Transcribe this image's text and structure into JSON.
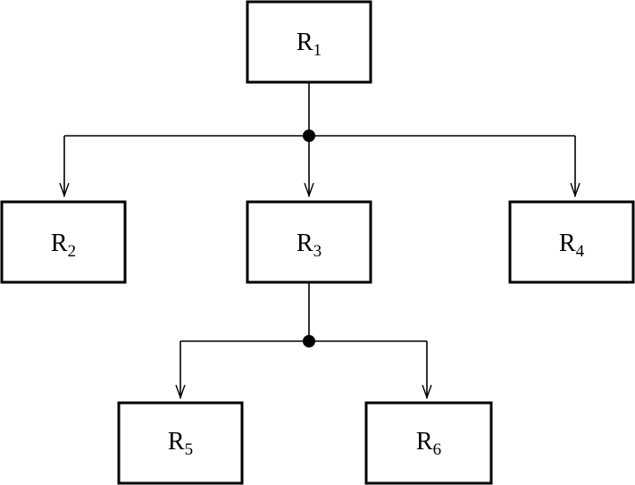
{
  "diagram": {
    "nodes": [
      {
        "id": "R1",
        "base": "R",
        "sub": "1"
      },
      {
        "id": "R2",
        "base": "R",
        "sub": "2"
      },
      {
        "id": "R3",
        "base": "R",
        "sub": "3"
      },
      {
        "id": "R4",
        "base": "R",
        "sub": "4"
      },
      {
        "id": "R5",
        "base": "R",
        "sub": "5"
      },
      {
        "id": "R6",
        "base": "R",
        "sub": "6"
      }
    ],
    "edges": [
      {
        "from": "R1",
        "to": "R2"
      },
      {
        "from": "R1",
        "to": "R3"
      },
      {
        "from": "R1",
        "to": "R4"
      },
      {
        "from": "R3",
        "to": "R5"
      },
      {
        "from": "R3",
        "to": "R6"
      }
    ]
  }
}
